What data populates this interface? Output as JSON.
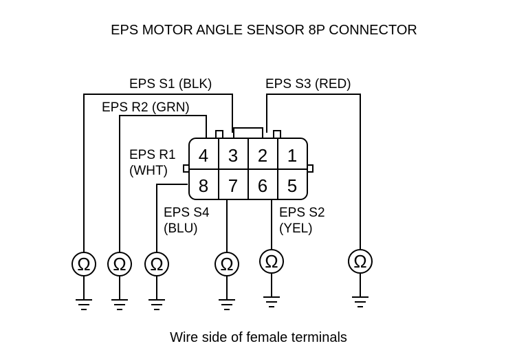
{
  "title": "EPS MOTOR ANGLE SENSOR 8P CONNECTOR",
  "caption": "Wire side of female terminals",
  "connector": {
    "pins_top": [
      "4",
      "3",
      "2",
      "1"
    ],
    "pins_bottom": [
      "8",
      "7",
      "6",
      "5"
    ]
  },
  "labels": {
    "s1": "EPS S1 (BLK)",
    "s3": "EPS S3 (RED)",
    "r2": "EPS R2 (GRN)",
    "r1_line1": "EPS R1",
    "r1_line2": "(WHT)",
    "s4_line1": "EPS S4",
    "s4_line2": "(BLU)",
    "s2_line1": "EPS S2",
    "s2_line2": "(YEL)"
  },
  "meter_symbol": "Ω"
}
